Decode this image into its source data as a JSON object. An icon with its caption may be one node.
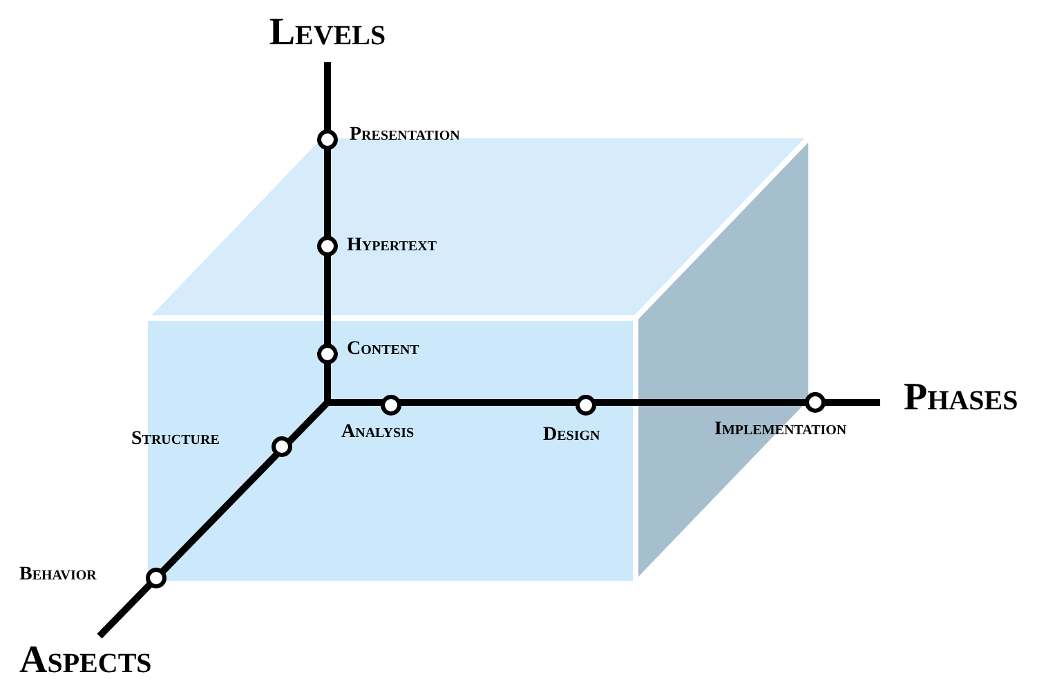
{
  "diagram": {
    "labels": [
      "Levels",
      "Presentation",
      "Hypertext",
      "Content",
      "Structure",
      "Analysis",
      "Design",
      "Implementation",
      "Phases",
      "Behavior",
      "Aspects"
    ]
  }
}
